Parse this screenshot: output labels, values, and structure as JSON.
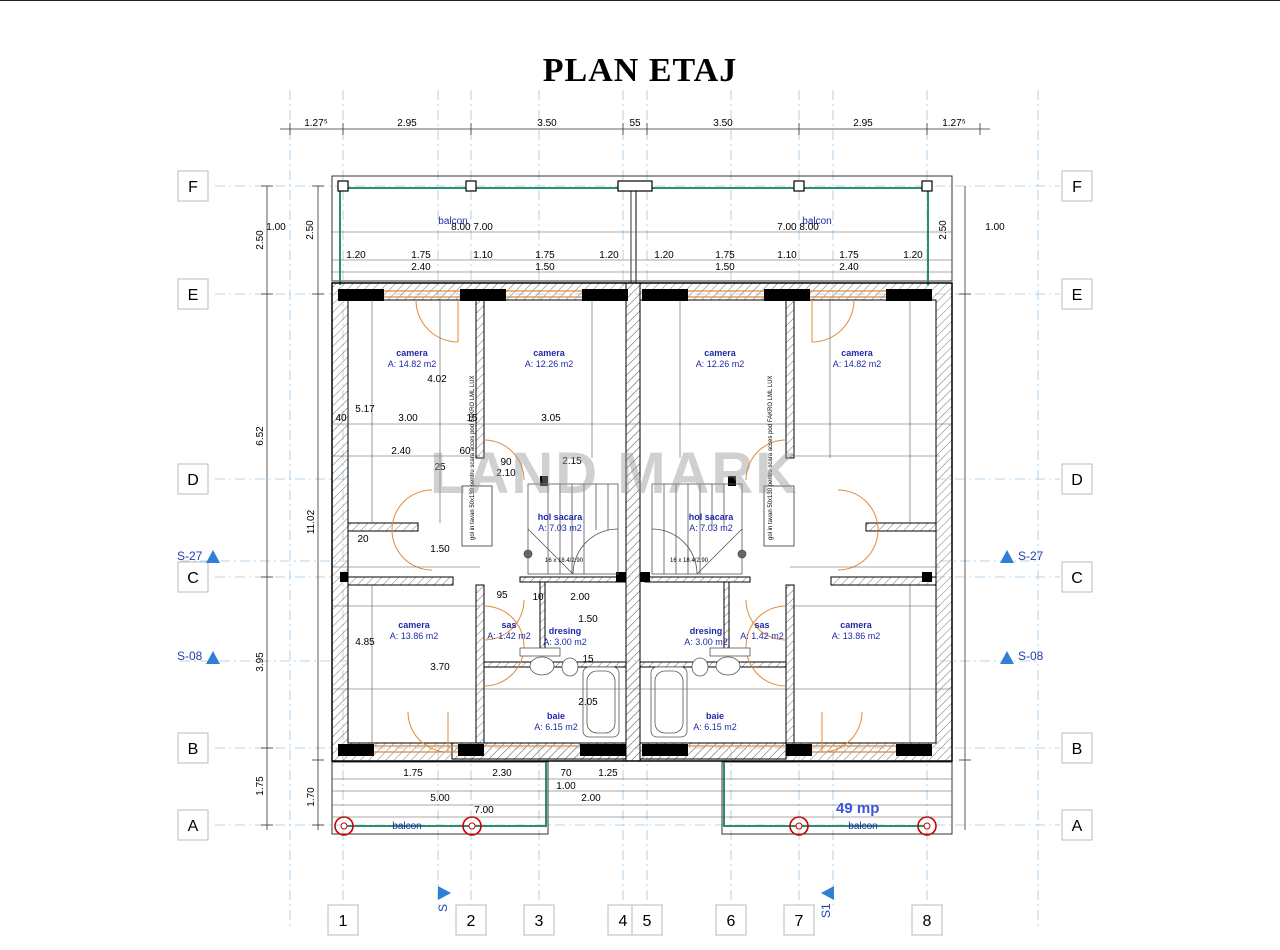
{
  "title": "PLAN ETAJ",
  "watermark": "LAND MARK",
  "area_badge": "49 mp",
  "grid_rows": [
    "F",
    "E",
    "D",
    "C",
    "B",
    "A"
  ],
  "grid_cols": [
    "1",
    "2",
    "3",
    "4",
    "5",
    "6",
    "7",
    "8"
  ],
  "top_dims": [
    "1.27⁵",
    "2.95",
    "3.50",
    "55",
    "3.50",
    "2.95",
    "1.27⁵"
  ],
  "left_dims": [
    "2.50",
    "6.52",
    "11.02",
    "3.95",
    "1.75",
    "1.70"
  ],
  "section_markers": [
    "S-27",
    "S-08",
    "S-27",
    "S-08",
    "S",
    "S1"
  ],
  "rooms": [
    {
      "name": "camera",
      "area": "A: 14.82 m2"
    },
    {
      "name": "camera",
      "area": "A: 12.26 m2"
    },
    {
      "name": "camera",
      "area": "A: 12.26 m2"
    },
    {
      "name": "camera",
      "area": "A: 14.82 m2"
    },
    {
      "name": "hol sacara",
      "area": "A: 7.03 m2"
    },
    {
      "name": "hol sacara",
      "area": "A: 7.03 m2"
    },
    {
      "name": "camera",
      "area": "A: 13.86 m2"
    },
    {
      "name": "sas",
      "area": "A: 1.42 m2"
    },
    {
      "name": "dresing",
      "area": "A: 3.00 m2"
    },
    {
      "name": "dresing",
      "area": "A: 3.00 m2"
    },
    {
      "name": "sas",
      "area": "A: 1.42 m2"
    },
    {
      "name": "camera",
      "area": "A: 13.86 m2"
    },
    {
      "name": "baie",
      "area": "A: 6.15 m2"
    },
    {
      "name": "baie",
      "area": "A: 6.15 m2"
    }
  ],
  "balcony_label": "balcon",
  "balcony_dims": [
    "8.00 7.00",
    "7.00 8.00",
    "1.00",
    "2.50",
    "2.50",
    "1.00"
  ],
  "facade_dims": [
    "1.20",
    "1.75",
    "1.10",
    "1.75",
    "1.20",
    "1.20",
    "1.75",
    "1.10",
    "1.75",
    "1.20",
    "2.40",
    "1.50",
    "1.50",
    "2.40"
  ],
  "interior_dims": [
    "4.02",
    "5.17",
    "3.00",
    "3.05",
    "40",
    "15",
    "2.40",
    "60",
    "90",
    "2.10",
    "2.15",
    "25",
    "20",
    "1.50",
    "95",
    "10",
    "2.00",
    "1.50",
    "15",
    "3.70",
    "4.85",
    "2.05",
    "2.30",
    "70",
    "1.25",
    "1.00",
    "1.75",
    "5.00",
    "7.00",
    "2.00"
  ],
  "stair_note": "gol in tavan 50x130 pentru scara acces pod FAKRO LML LUX",
  "stair_steps": "16 x 18.4/2.90"
}
